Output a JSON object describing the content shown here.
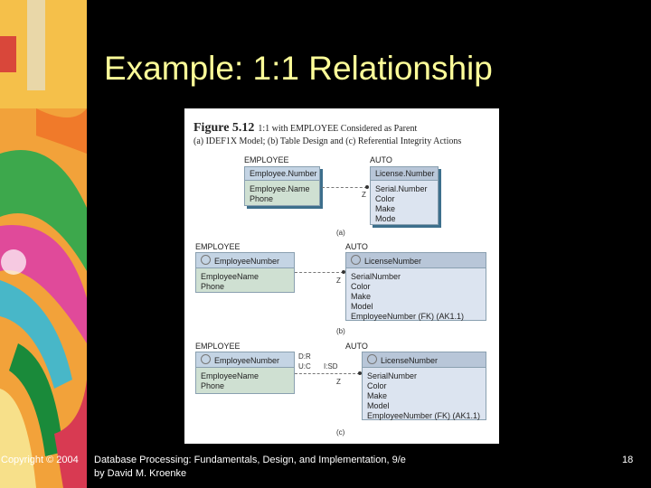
{
  "title": "Example: 1:1 Relationship",
  "figure": {
    "number": "Figure 5.12",
    "caption": "1:1 with EMPLOYEE Considered as Parent",
    "subcaption": "(a) IDEF1X Model; (b) Table Design and (c) Referential Integrity Actions",
    "panel_a": {
      "employee_label": "EMPLOYEE",
      "auto_label": "AUTO",
      "employee_key": "Employee.Number",
      "employee_attrs": [
        "Employee.Name",
        "Phone"
      ],
      "auto_key": "License.Number",
      "auto_attrs": [
        "Serial.Number",
        "Color",
        "Make",
        "Mode"
      ],
      "card": "Z",
      "tag": "(a)"
    },
    "panel_b": {
      "employee_label": "EMPLOYEE",
      "auto_label": "AUTO",
      "employee_key": "EmployeeNumber",
      "employee_attrs": [
        "EmployeeName",
        "Phone"
      ],
      "auto_key": "LicenseNumber",
      "auto_attrs": [
        "SerialNumber",
        "Color",
        "Make",
        "Model",
        "EmployeeNumber (FK) (AK1.1)"
      ],
      "card": "Z",
      "tag": "(b)"
    },
    "panel_c": {
      "employee_label": "EMPLOYEE",
      "auto_label": "AUTO",
      "employee_key": "EmployeeNumber",
      "employee_attrs": [
        "EmployeeName",
        "Phone"
      ],
      "auto_key": "LicenseNumber",
      "auto_attrs": [
        "SerialNumber",
        "Color",
        "Make",
        "Model",
        "EmployeeNumber (FK) (AK1.1)"
      ],
      "actions_left": [
        "D:R",
        "U:C"
      ],
      "action_right": "I:SD",
      "card": "Z",
      "tag": "(c)"
    }
  },
  "footer": {
    "copyright": "Copyright © 2004",
    "book_line1": "Database Processing: Fundamentals, Design, and Implementation, 9/e",
    "book_line2": "by David M. Kroenke",
    "page": "18"
  }
}
